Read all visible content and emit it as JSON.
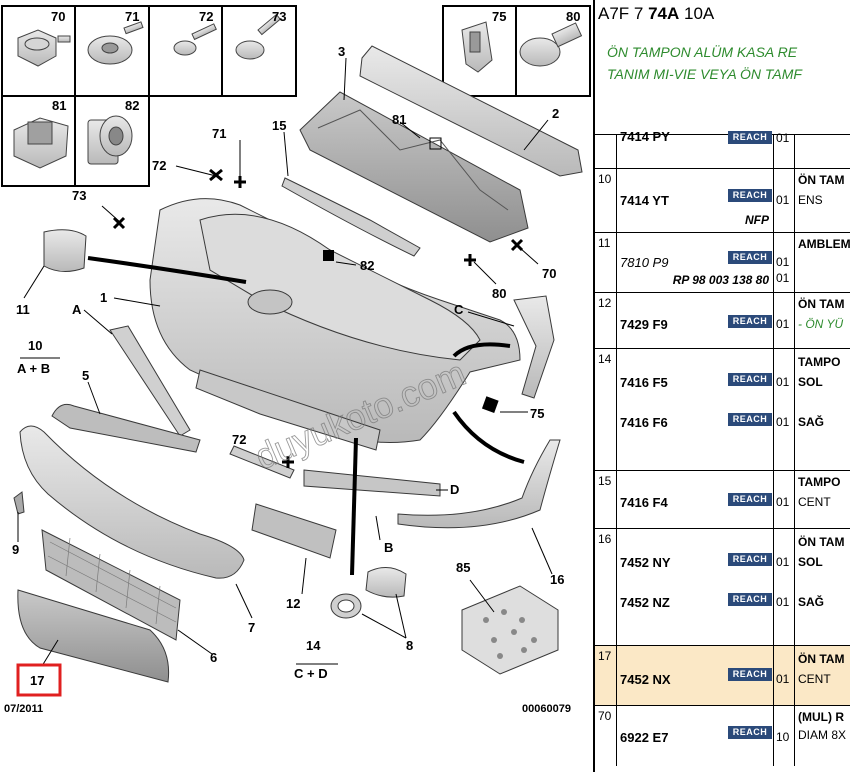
{
  "header": {
    "code_prefix": "A7F 7",
    "code_bold": "74A",
    "code_suffix": "10A",
    "description_line1": "ÖN TAMPON ALÜM KASA RE",
    "description_line2": "TANIM MI-VIE VEYA ÖN TAMF"
  },
  "diagram": {
    "watermark": "duyukoto.com",
    "date_code": "07/2011",
    "drawing_number": "00060079",
    "parts_box": [
      {
        "num": "70"
      },
      {
        "num": "71"
      },
      {
        "num": "72"
      },
      {
        "num": "73"
      },
      {
        "num": "81"
      },
      {
        "num": "82"
      },
      {
        "num": "75"
      },
      {
        "num": "80"
      }
    ],
    "callouts": [
      "3",
      "2",
      "81",
      "15",
      "71",
      "72",
      "73",
      "82",
      "70",
      "80",
      "11",
      "1",
      "A",
      "C",
      "10",
      "A + B",
      "5",
      "75",
      "72",
      "D",
      "9",
      "B",
      "16",
      "12",
      "85",
      "7",
      "8",
      "6",
      "14",
      "C + D",
      "17"
    ],
    "highlighted_callout": "17"
  },
  "table": {
    "reach_label": "REACH",
    "rows": [
      {
        "idx": "",
        "lines": [
          {
            "ref": "7414 PY",
            "reach": true,
            "qty": "01"
          }
        ],
        "desc": []
      },
      {
        "idx": "10",
        "lines": [
          {
            "ref": "7414 YT",
            "reach": true,
            "qty": "01"
          }
        ],
        "sub": "NFP",
        "desc": [
          "ÖN TAM",
          "ENS"
        ]
      },
      {
        "idx": "11",
        "lines": [
          {
            "ref": "7810 P9",
            "reach": true,
            "qty": "01",
            "italic": true
          }
        ],
        "sub": "RP 98 003 138 80",
        "qty2": "01",
        "desc": [
          "AMBLEM"
        ]
      },
      {
        "idx": "12",
        "lines": [
          {
            "ref": "7429 F9",
            "reach": true,
            "qty": "01"
          }
        ],
        "desc": [
          "ÖN TAM",
          "- ÖN YÜ"
        ]
      },
      {
        "idx": "14",
        "lines": [
          {
            "ref": "7416 F5",
            "reach": true,
            "qty": "01"
          },
          {
            "ref": "7416 F6",
            "reach": true,
            "qty": "01"
          }
        ],
        "desc": [
          "TAMPO",
          "SOL",
          "SAĞ"
        ]
      },
      {
        "idx": "15",
        "lines": [
          {
            "ref": "7416 F4",
            "reach": true,
            "qty": "01"
          }
        ],
        "desc": [
          "TAMPO",
          "CENT"
        ]
      },
      {
        "idx": "16",
        "lines": [
          {
            "ref": "7452 NY",
            "reach": true,
            "qty": "01"
          },
          {
            "ref": "7452 NZ",
            "reach": true,
            "qty": "01"
          }
        ],
        "desc": [
          "ÖN TAM",
          "SOL",
          "SAĞ"
        ]
      },
      {
        "idx": "17",
        "lines": [
          {
            "ref": "7452 NX",
            "reach": true,
            "qty": "01"
          }
        ],
        "desc": [
          "ÖN TAM",
          "CENT"
        ],
        "highlight": true
      },
      {
        "idx": "70",
        "lines": [
          {
            "ref": "6922 E7",
            "reach": true,
            "qty": "10"
          }
        ],
        "desc": [
          "(MUL) R",
          "DIAM 8X"
        ]
      }
    ]
  },
  "colors": {
    "description_green": "#2e8b2e",
    "reach_badge": "#2b4a7a",
    "highlight_row": "#fbe8c6",
    "callout_highlight_border": "#e02020"
  }
}
